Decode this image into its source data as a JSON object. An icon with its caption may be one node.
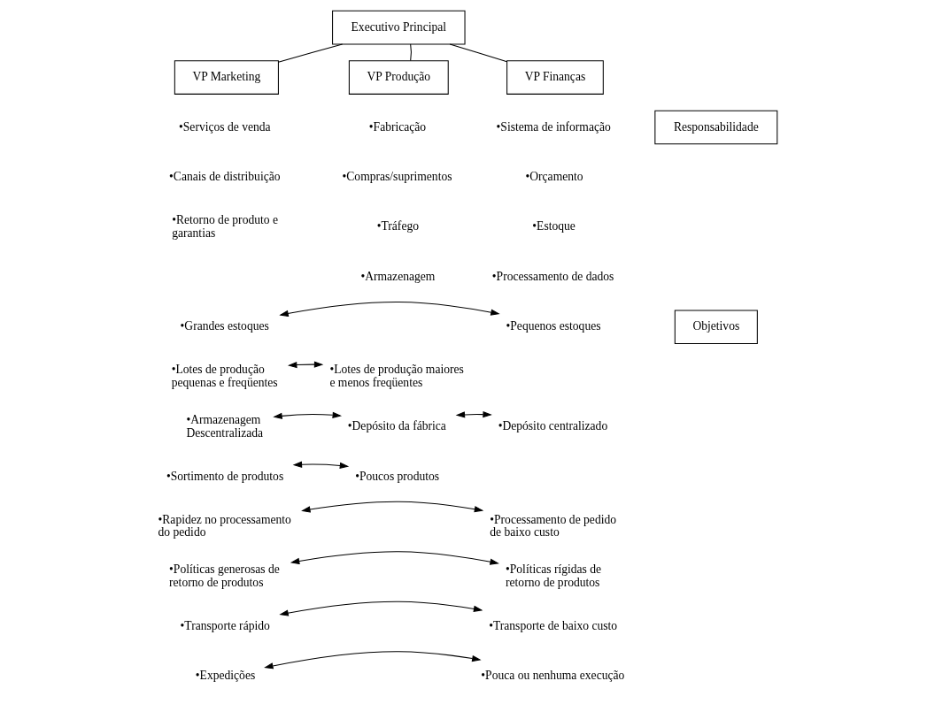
{
  "diagram": {
    "nodes": [
      {
        "text": [
          "Executivo Principal"
        ]
      },
      {
        "text": [
          "VP Marketing"
        ]
      },
      {
        "text": [
          "VP Produção"
        ]
      },
      {
        "text": [
          "VP Finanças"
        ]
      },
      {
        "text": [
          "Responsabilidade"
        ]
      },
      {
        "text": [
          "Objetivos"
        ]
      },
      {
        "text": [
          "•Grandes estoques"
        ]
      },
      {
        "text": [
          "•Pequenos estoques"
        ]
      },
      {
        "text": [
          "•Lotes de produção pequenas e freqüentes"
        ]
      },
      {
        "text": [
          "•Lotes de produção maiores e menos freqüentes"
        ]
      },
      {
        "text": [
          "•Armazenagem Descentralizada"
        ]
      },
      {
        "text": [
          "•Depósito da fábrica"
        ]
      },
      {
        "text": [
          "•Depósito centralizado"
        ]
      },
      {
        "text": [
          "•Sortimento de produtos"
        ]
      },
      {
        "text": [
          "•Poucos produtos"
        ]
      },
      {
        "text": [
          "•Rapidez no processamento do pedido"
        ]
      },
      {
        "text": [
          "•Processamento de pedido de baixo custo"
        ]
      },
      {
        "text": [
          "•Políticas generosas de retorno de produtos"
        ]
      },
      {
        "text": [
          "•Políticas rígidas de retorno de produtos"
        ]
      },
      {
        "text": [
          "•Transporte rápido"
        ]
      },
      {
        "text": [
          "•Transporte de baixo custo"
        ]
      },
      {
        "text": [
          "•Expedições"
        ]
      },
      {
        "text": [
          "•Pouca ou nenhuma execução"
        ]
      }
    ],
    "edges": [
      {
        "from": 0,
        "to": 1,
        "arrow": "none"
      },
      {
        "from": 0,
        "to": 2,
        "arrow": "none"
      },
      {
        "from": 0,
        "to": 3,
        "arrow": "none"
      },
      {
        "from": 6,
        "to": 7,
        "arrow": "both"
      },
      {
        "from": 8,
        "to": 9,
        "arrow": "both"
      },
      {
        "from": 10,
        "to": 11,
        "arrow": "both"
      },
      {
        "from": 11,
        "to": 12,
        "arrow": "both"
      },
      {
        "from": 13,
        "to": 14,
        "arrow": "both"
      },
      {
        "from": 15,
        "to": 16,
        "arrow": "both"
      },
      {
        "from": 17,
        "to": 18,
        "arrow": "both"
      },
      {
        "from": 19,
        "to": 20,
        "arrow": "both"
      },
      {
        "from": 21,
        "to": 22,
        "arrow": "both"
      }
    ],
    "labels": [
      "•Serviços de venda",
      "•Canais de distribuição",
      "•Retorno de produto e garantias",
      "•Fabricação",
      "•Compras/suprimentos",
      "•Tráfego",
      "•Armazenagem",
      "•Sistema de informação",
      "•Orçamento",
      "•Estoque",
      "•Processamento de dados"
    ]
  }
}
